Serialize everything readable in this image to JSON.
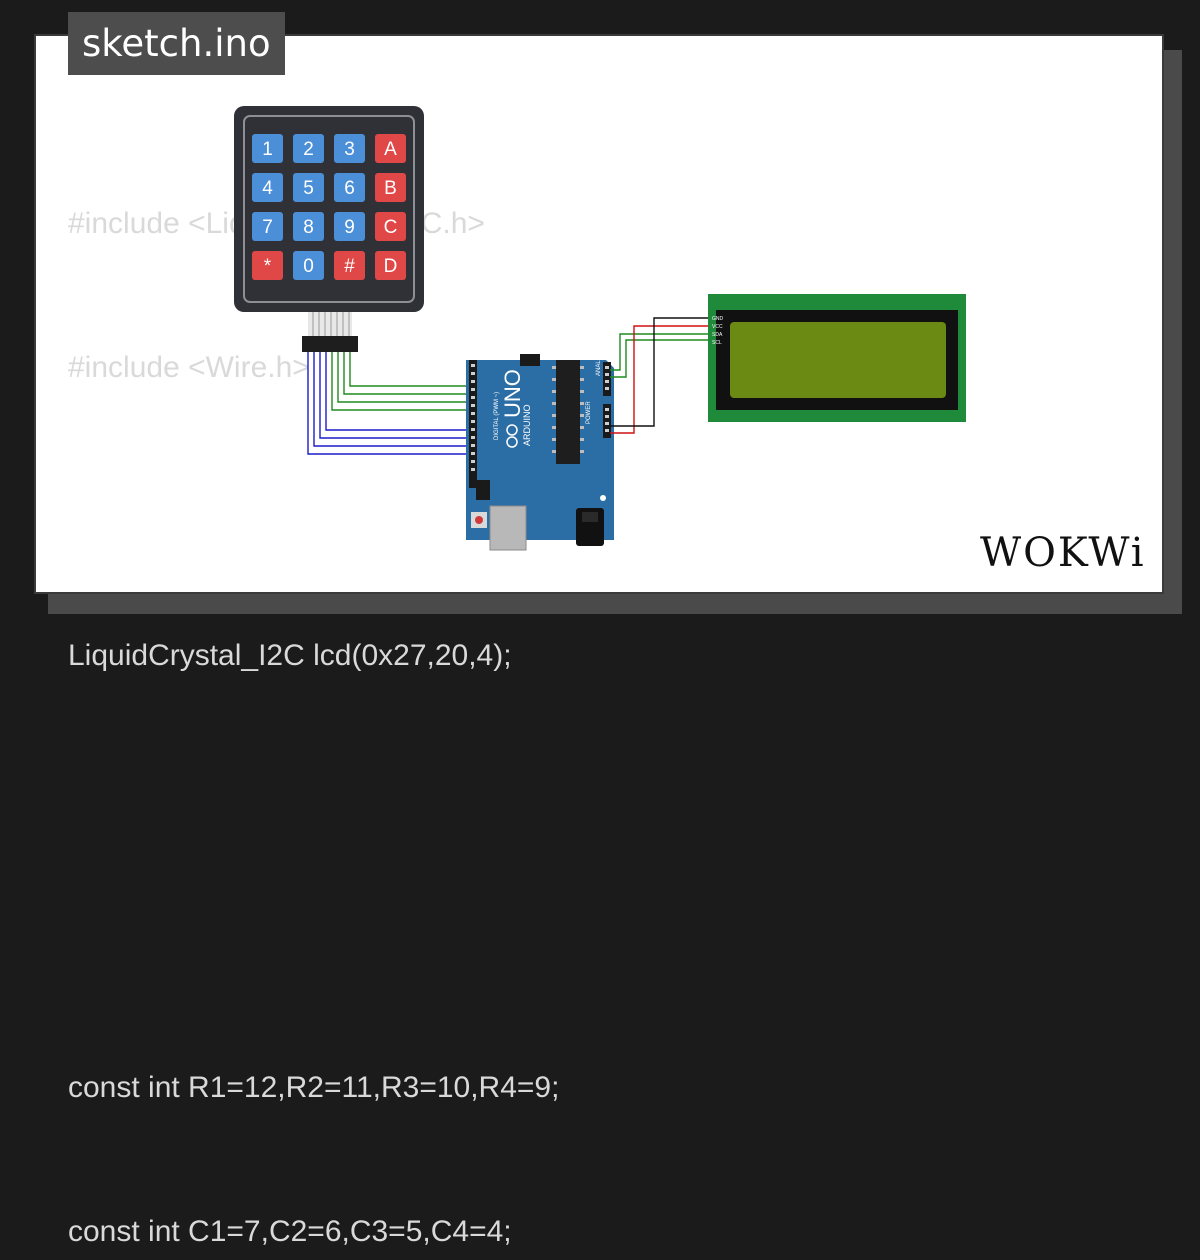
{
  "header": {
    "filename": "sketch.ino"
  },
  "code_lines": [
    "#include <LiquidCrystal_I2C.h>",
    "#include <Wire.h>",
    "",
    "LiquidCrystal_I2C lcd(0x27,20,4);",
    "",
    "",
    "const int R1=12,R2=11,R3=10,R4=9;",
    "const int C1=7,C2=6,C3=5,C4=4;"
  ],
  "keypad": {
    "rows": [
      [
        "1",
        "2",
        "3",
        "A"
      ],
      [
        "4",
        "5",
        "6",
        "B"
      ],
      [
        "7",
        "8",
        "9",
        "C"
      ],
      [
        "*",
        "0",
        "#",
        "D"
      ]
    ],
    "colors": {
      "number": "#4a8fd8",
      "letter": "#e04848",
      "body": "#2f3136"
    }
  },
  "arduino": {
    "logo": "UNO",
    "brand": "ARDUINO",
    "board_color": "#2b6ea6",
    "digital_pins_label": "DIGITAL (PWM ~)",
    "analog_pins_label": "ANALOG IN",
    "power_label": "POWER"
  },
  "lcd": {
    "pins": [
      "GND",
      "VCC",
      "SDA",
      "SCL"
    ],
    "screen_color": "#6b8a14",
    "pcb_color": "#1f8a3a"
  },
  "wires": {
    "keypad": "#1c1ccc",
    "i2c_sda": "#1f8a1f",
    "power": "#d01010",
    "ground": "#111111"
  },
  "brand": {
    "name": "WOKWi"
  }
}
